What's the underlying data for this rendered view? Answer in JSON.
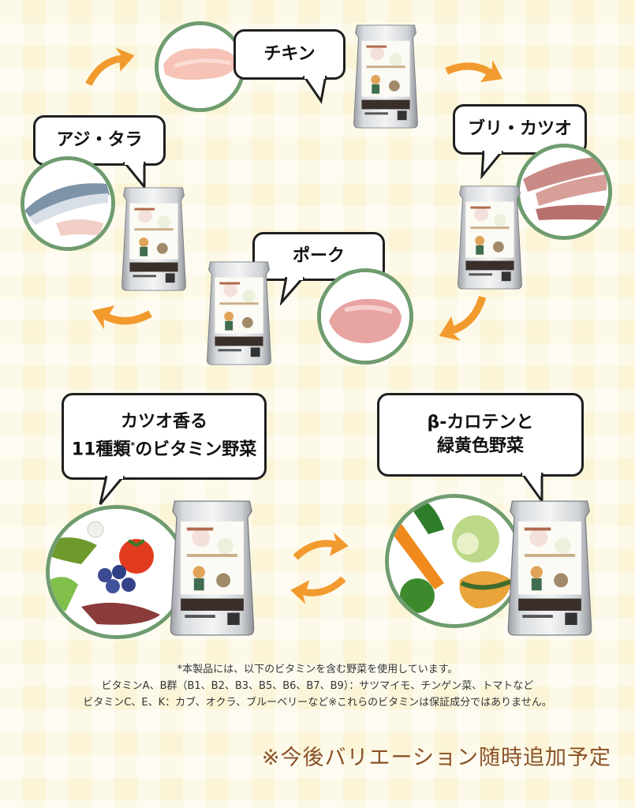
{
  "labels": {
    "chicken": "チキン",
    "aji_tara": "アジ・タラ",
    "buri_katsuo": "ブリ・カツオ",
    "pork": "ポーク",
    "katsuo_line1": "カツオ香る",
    "katsuo_line2_pre": "11種類",
    "katsuo_line2_star": "*",
    "katsuo_line2_post": "のビタミン野菜",
    "beta_line1": "β-カロテンと",
    "beta_line2": "緑黄色野菜"
  },
  "notes": {
    "line1": "*本製品には、以下のビタミンを含む野菜を使用しています。",
    "line2": "ビタミンA、B群（B1、B2、B3、B5、B6、B7、B9）：サツマイモ、チンゲン菜、トマトなど",
    "line3": "ビタミンC、E、K：カブ、オクラ、ブルーベリーなど※これらのビタミンは保証成分ではありません。"
  },
  "footer": "※今後バリエーション随時追加予定",
  "colors": {
    "background": "#fbf4d6",
    "arrow": "#f29a2e",
    "circle_border": "#6f9c6f",
    "footer_text": "#8a5228"
  }
}
